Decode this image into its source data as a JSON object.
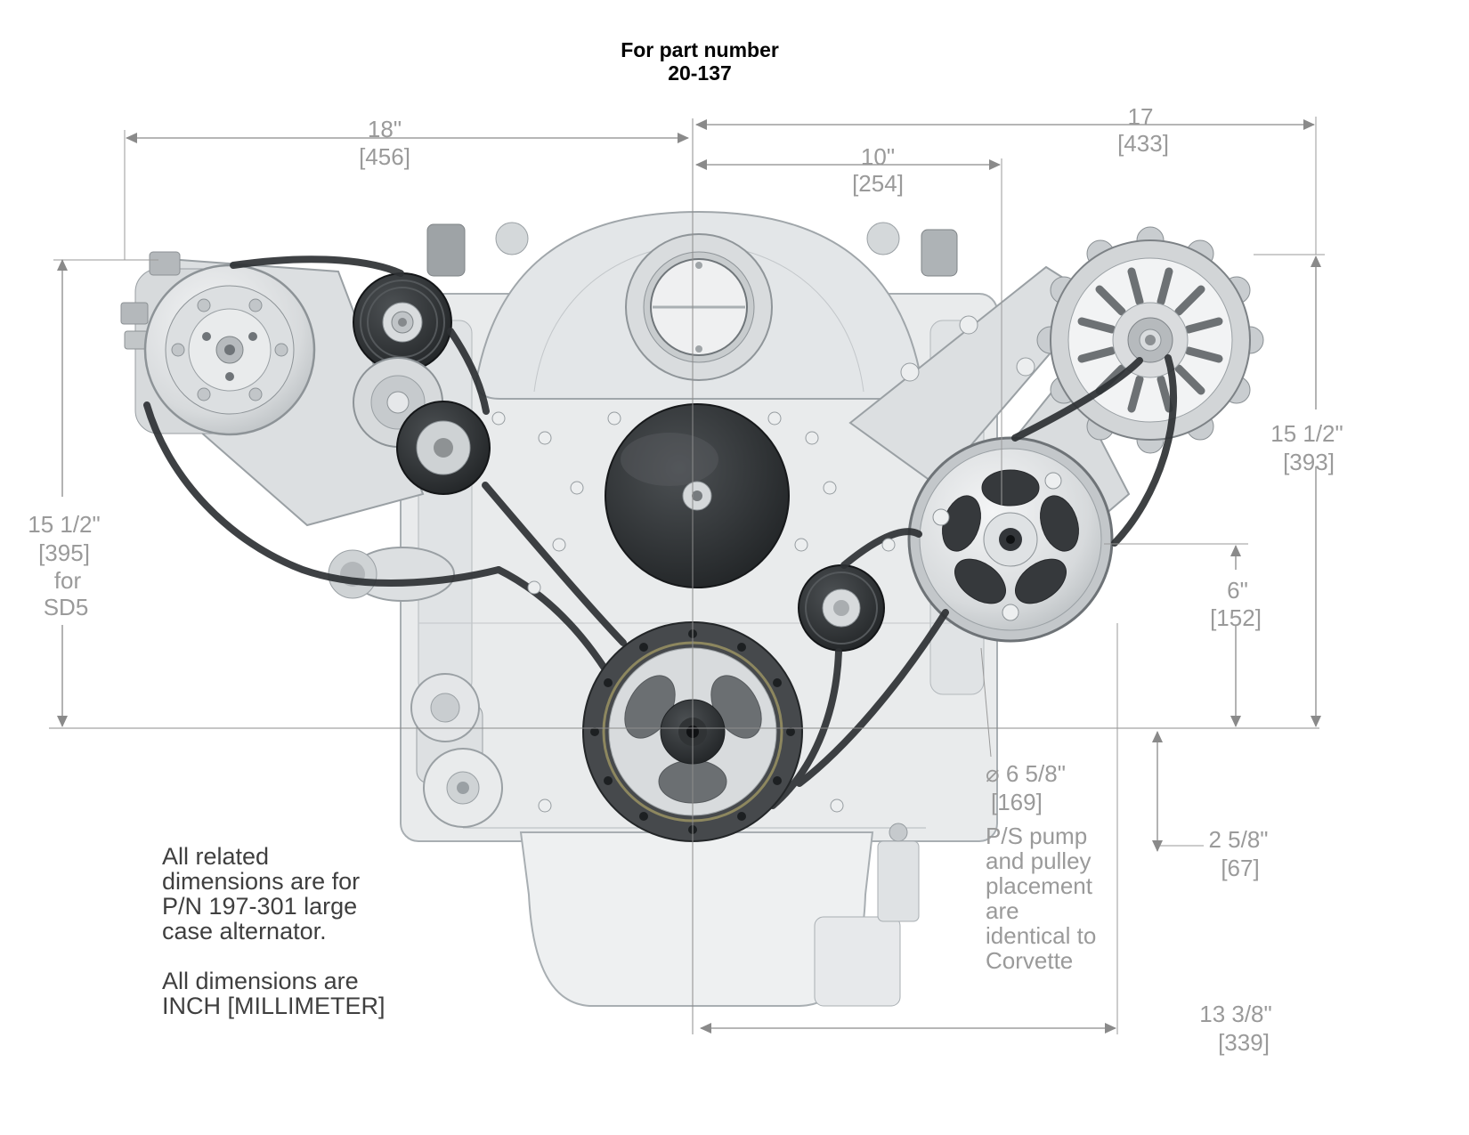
{
  "title": {
    "line1": "For part number",
    "line2": "20-137"
  },
  "dims": {
    "d18": {
      "in": "18\"",
      "mm": "[456]"
    },
    "d17": {
      "in": "17",
      "mm": "[433]"
    },
    "d10": {
      "in": "10\"",
      "mm": "[254]"
    },
    "d15_left": {
      "in": "15 1/2\"",
      "mm": "[395]",
      "for": "for",
      "sd5": "SD5"
    },
    "d15_right": {
      "in": "15 1/2\"",
      "mm": "[393]"
    },
    "d6": {
      "in": "6\"",
      "mm": "[152]"
    },
    "d6_58": {
      "in": "⌀ 6 5/8\"",
      "mm": "[169]"
    },
    "d2_58": {
      "in": "2 5/8\"",
      "mm": "[67]"
    },
    "d13_38": {
      "in": "13 3/8\"",
      "mm": "[339]"
    }
  },
  "notes": {
    "ps": [
      "P/S pump",
      "and pulley",
      "placement",
      "are",
      "identical to",
      "Corvette"
    ],
    "alt": [
      "All related",
      "dimensions are for",
      "P/N 197-301 large",
      "case alternator."
    ],
    "units": [
      "All dimensions are",
      "INCH [MILLIMETER]"
    ]
  },
  "colors": {
    "dim_text": "#9a9a9a",
    "note_text": "#3f3f3f",
    "line": "#8a8a8a"
  }
}
